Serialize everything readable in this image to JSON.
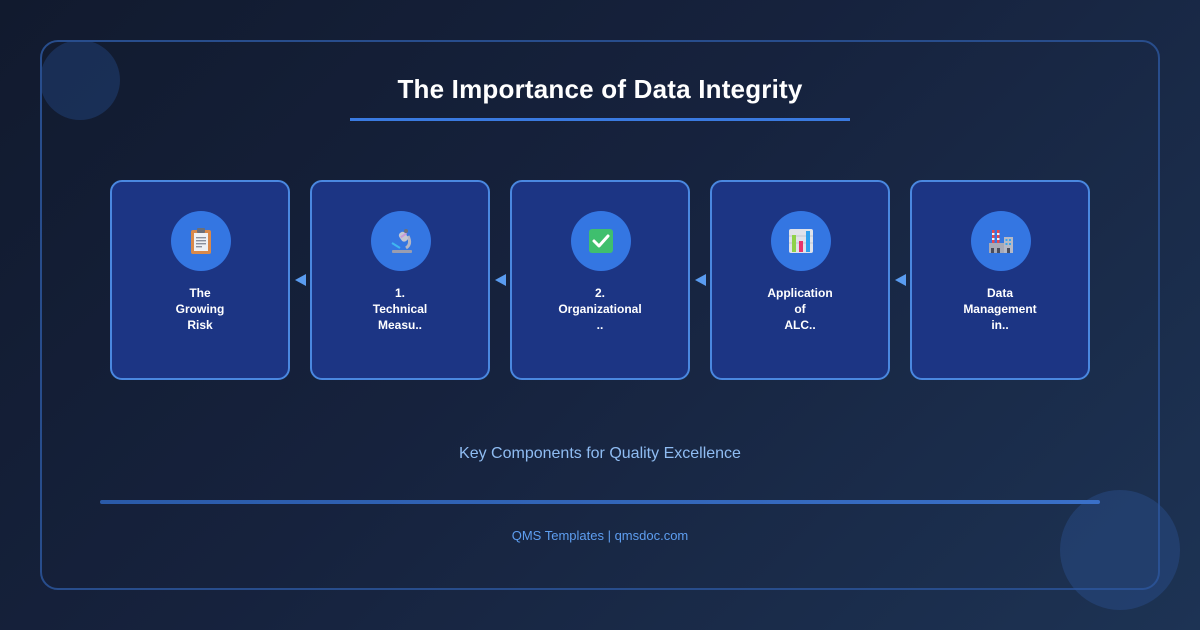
{
  "title": "The Importance of Data Integrity",
  "subtitle": "Key Components for Quality Excellence",
  "footer": "QMS Templates | qmsdoc.com",
  "colors": {
    "background": "#16223d",
    "card_fill": "#1c3584",
    "card_border": "#4a88e0",
    "icon_circle": "#3476e2",
    "accent": "#3a7ae0",
    "subtitle_text": "#8fbcf2",
    "footer_text": "#5e9ef0"
  },
  "steps": [
    {
      "label": "The\nGrowing\nRisk",
      "icon": "clipboard-icon"
    },
    {
      "label": "1.\nTechnical\nMeasu..",
      "icon": "microscope-icon"
    },
    {
      "label": "2.\nOrganizational\n..",
      "icon": "check-box-icon"
    },
    {
      "label": "Application\nof\nALC..",
      "icon": "bar-chart-icon"
    },
    {
      "label": "Data\nManagement\nin..",
      "icon": "factory-icon"
    }
  ],
  "connectors": [
    "arrow-left",
    "arrow-left",
    "arrow-left",
    "arrow-left"
  ]
}
